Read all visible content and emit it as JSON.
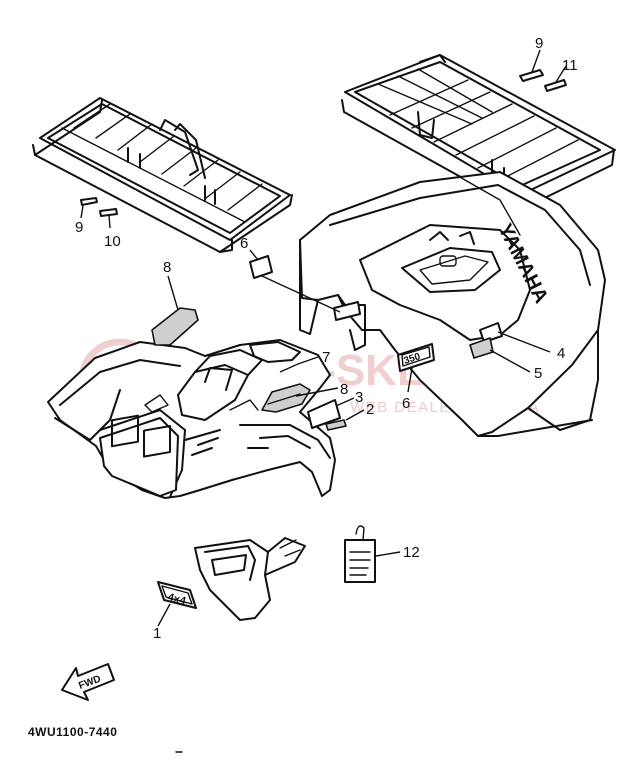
{
  "diagram": {
    "part_code": "4WU1100-7440",
    "fwd_label": "FWD",
    "watermark": {
      "main": "MOTO-SKLEP.PL",
      "sub": "WEB DEALER YAMAHA"
    },
    "emblems": {
      "yamaha_text": "YAMAHA",
      "model_350": "350",
      "badge_4x4": "4x4"
    },
    "callouts": [
      {
        "id": "c9a",
        "label": "9"
      },
      {
        "id": "c11",
        "label": "11"
      },
      {
        "id": "c9b",
        "label": "9"
      },
      {
        "id": "c10",
        "label": "10"
      },
      {
        "id": "c6a",
        "label": "6"
      },
      {
        "id": "c8a",
        "label": "8"
      },
      {
        "id": "c7",
        "label": "7"
      },
      {
        "id": "c8b",
        "label": "8"
      },
      {
        "id": "c3",
        "label": "3"
      },
      {
        "id": "c2",
        "label": "2"
      },
      {
        "id": "c4",
        "label": "4"
      },
      {
        "id": "c5",
        "label": "5"
      },
      {
        "id": "c6b",
        "label": "6"
      },
      {
        "id": "c12",
        "label": "12"
      },
      {
        "id": "c1",
        "label": "1"
      }
    ]
  }
}
